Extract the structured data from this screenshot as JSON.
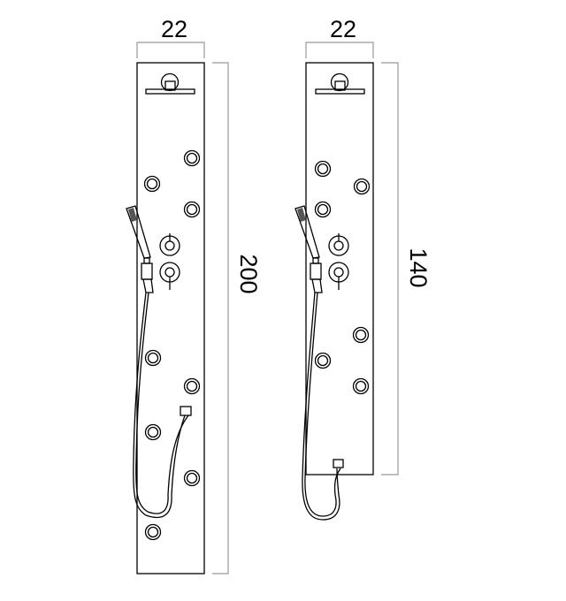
{
  "panels": [
    {
      "name": "tall-panel",
      "width_label": "22",
      "height_label": "200",
      "jets": 8,
      "controls": 2
    },
    {
      "name": "short-panel",
      "width_label": "22",
      "height_label": "140",
      "jets": 6,
      "controls": 2
    }
  ],
  "colors": {
    "outline": "#000000",
    "dimension": "#999999"
  }
}
